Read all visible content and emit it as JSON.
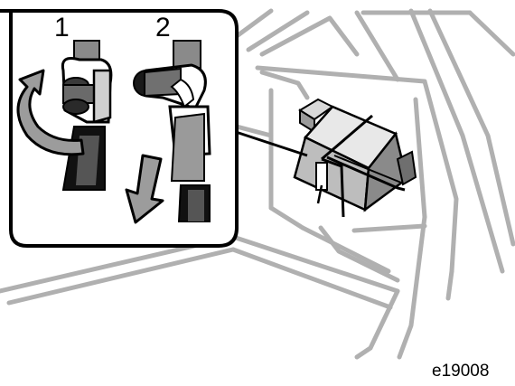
{
  "steps": [
    {
      "number": "1"
    },
    {
      "number": "2"
    }
  ],
  "figure_code": "e19008"
}
